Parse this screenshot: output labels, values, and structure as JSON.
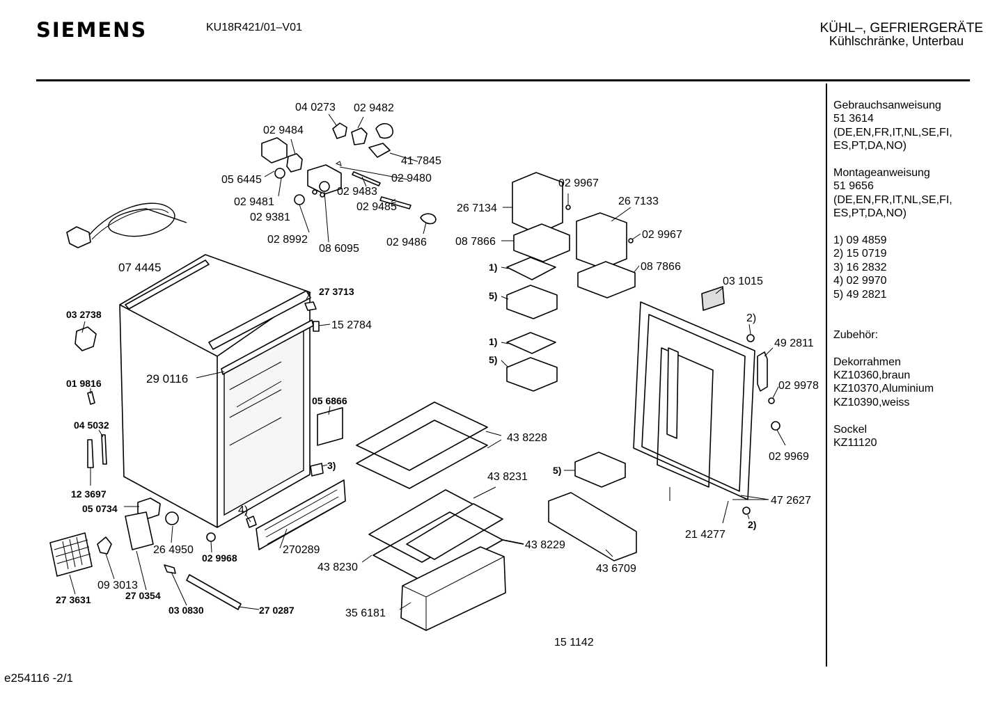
{
  "header": {
    "brand": "SIEMENS",
    "model": "KU18R421/01–V01",
    "category": "KÜHL–, GEFRIERGERÄTE",
    "subcategory": "Kühlschränke, Unterbau"
  },
  "sidebar": {
    "lines": [
      "Gebrauchsanweisung",
      "51 3614",
      "(DE,EN,FR,IT,NL,SE,FI,",
      "ES,PT,DA,NO)",
      "",
      "Montageanweisung",
      "51 9656",
      "(DE,EN,FR,IT,NL,SE,FI,",
      "ES,PT,DA,NO)",
      "",
      "1)  09  4859",
      "2)  15  0719",
      "3)  16  2832",
      "4)  02  9970",
      "5)  49  2821",
      "",
      "",
      "Zubehör:",
      "",
      "Dekorrahmen",
      "KZ10360,braun",
      "KZ10370,Aluminium",
      "KZ10390,weiss",
      "",
      "Sockel",
      "KZ11120"
    ]
  },
  "footer": {
    "code": "e254116 -2/1"
  },
  "diagram": {
    "parts": [
      "04 0273",
      "02 9482",
      "02 9484",
      "41 7845",
      "02 9480",
      "05 6445",
      "02 9481",
      "02 9381",
      "02 9483",
      "02 9485",
      "02 8992",
      "08 6095",
      "02 9486",
      "07 4445",
      "27 3713",
      "15 2784",
      "03 2738",
      "29 0116",
      "01 9816",
      "04 5032",
      "12 3697",
      "05 0734",
      "05 6866",
      "3)",
      "4)",
      "26 4950",
      "02 9968",
      "270289",
      "27 3631",
      "27 0354",
      "09 3013",
      "03 0830",
      "27 0287",
      "02 9967",
      "26 7134",
      "26 7133",
      "08 7866",
      "1)",
      "5)",
      "43 8228",
      "43 8231",
      "43 8229",
      "43 8230",
      "35 6181",
      "43 6709",
      "15 1142",
      "03 1015",
      "2)",
      "49 2811",
      "02 9978",
      "02 9969",
      "47 2627",
      "21 4277"
    ]
  }
}
